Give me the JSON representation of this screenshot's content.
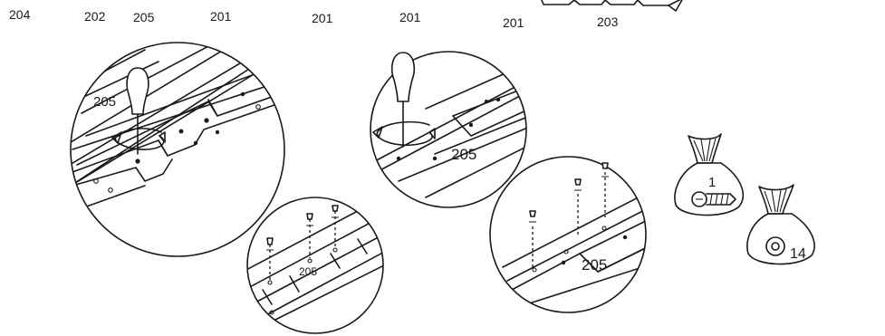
{
  "header_labels": [
    "204",
    "202",
    "205",
    "201",
    "201",
    "201",
    "201",
    "203"
  ],
  "callouts": {
    "c1": "205",
    "c2": "205",
    "c3": "205",
    "c4": "205"
  },
  "bags": {
    "screws_qty": "1",
    "washers_qty": "14"
  }
}
